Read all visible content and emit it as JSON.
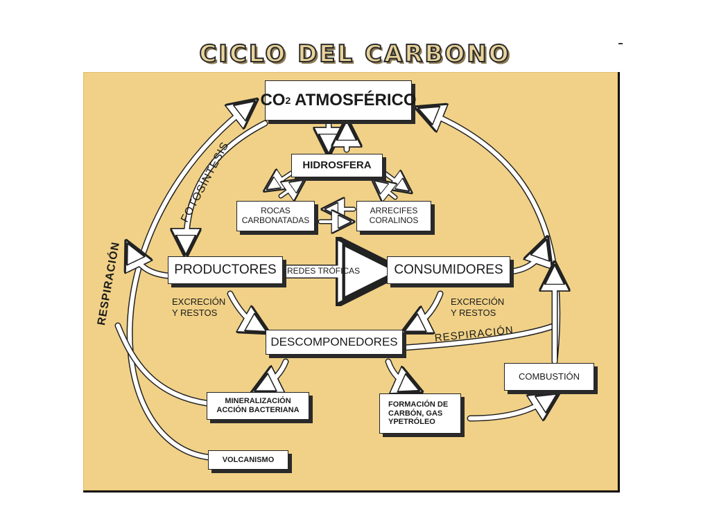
{
  "title": "CICLO DEL CARBONO",
  "nodes": {
    "co2": "CO",
    "co2_sub": "2",
    "co2_rest": " ATMOSFÉRICO",
    "hidrosfera": "HIDROSFERA",
    "rocas": "ROCAS\nCARBONATADAS",
    "arrecifes": "ARRECIFES\nCORALINOS",
    "productores": "PRODUCTORES",
    "consumidores": "CONSUMIDORES",
    "descomponedores": "DESCOMPONEDORES",
    "mineralizacion": "MINERALIZACIÓN\nACCIÓN BACTERIANA",
    "formacion": "FORMACIÓN DE\nCARBÓN, GAS\nYPETRÓLEO",
    "combustion": "COMBUSTIÓN",
    "volcanismo": "VOLCANISMO"
  },
  "labels": {
    "fotosintesis": "FOTOSÍNTESIS",
    "respiracion_left": "RESPIRACIÓN",
    "respiracion_right": "RESPIRACIÓN",
    "redes_troficas": "REDES TRÓFICAS",
    "excrecion_left": "EXCRECIÓN\nY RESTOS",
    "excrecion_right": "EXCRECIÓN\nY RESTOS"
  }
}
